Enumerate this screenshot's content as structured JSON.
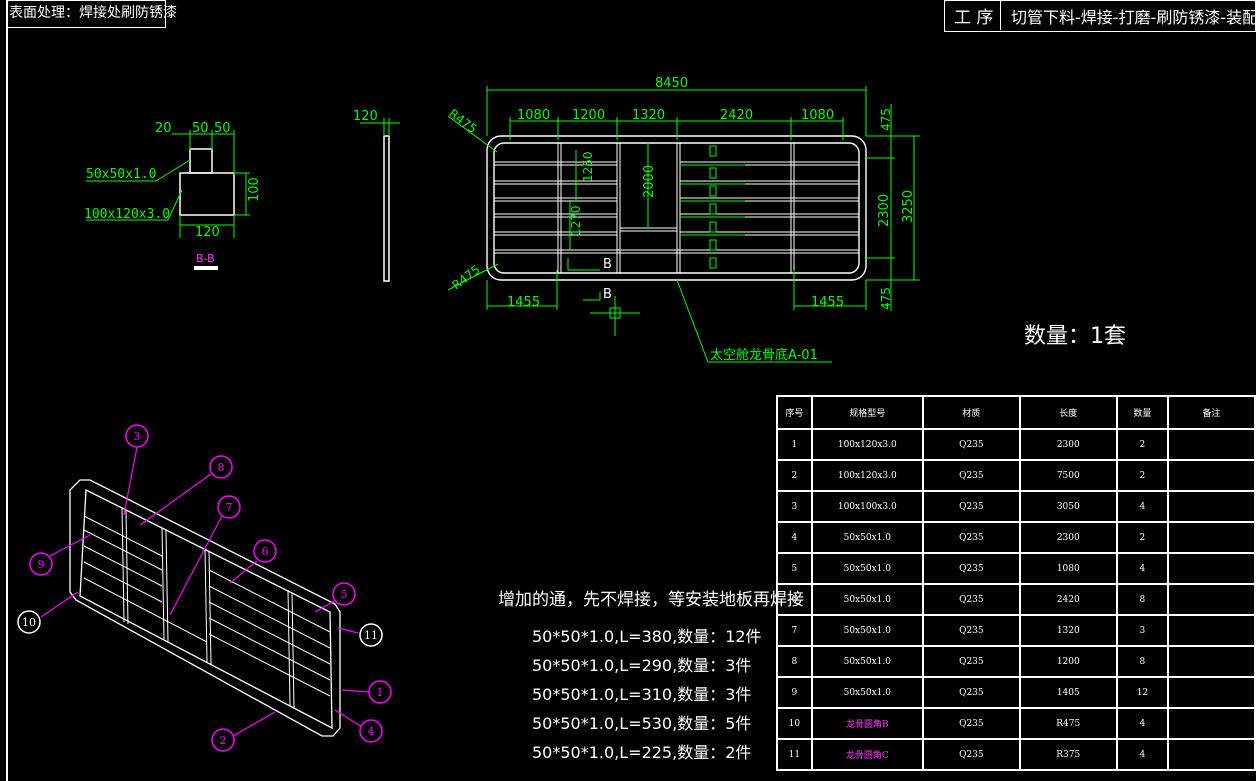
{
  "surface_treatment": "表面处理：焊接处刷防锈漆",
  "process": {
    "label": "工 序",
    "value": "切管下料-焊接-打磨-刷防锈漆-装配"
  },
  "quantity_label": "数量：1套",
  "section": {
    "dims": {
      "d20": "20",
      "d50a": "50",
      "d50b": "50",
      "d120": "120",
      "d100": "100"
    },
    "tube_small": "50x50x1.0",
    "tube_large": "100x120x3.0",
    "section_label": "B-B"
  },
  "side_view": {
    "dim": "120"
  },
  "plan_view": {
    "total_length": "8450",
    "segments": [
      "1080",
      "1200",
      "1320",
      "2420",
      "1080"
    ],
    "radius_top": "R475",
    "radius_bottom": "R475",
    "dim_1250": "1250",
    "dim_1270": "1270",
    "dim_2000": "2000",
    "dim_2300": "2300",
    "dim_3250": "3250",
    "dim_475_top": "475",
    "dim_475_bottom": "475",
    "bottom_left": "1455",
    "bottom_right": "1455",
    "cut_label_a": "B",
    "cut_label_b": "B",
    "part_name": "太空舱龙骨底A-01"
  },
  "balloons": [
    "3",
    "8",
    "7",
    "6",
    "5",
    "11",
    "1",
    "4",
    "2",
    "10",
    "9"
  ],
  "notes": {
    "title": "增加的通，先不焊接，等安装地板再焊接",
    "lines": [
      "50*50*1.0,L=380,数量：12件",
      "50*50*1.0,L=290,数量：3件",
      "50*50*1.0,L=310,数量：3件",
      "50*50*1.0,L=530,数量：5件",
      "50*50*1.0,L=225,数量：2件"
    ]
  },
  "bom": {
    "headers": [
      "序号",
      "规格型号",
      "材质",
      "长度",
      "数量",
      "备注"
    ],
    "rows": [
      [
        "1",
        "100x120x3.0",
        "Q235",
        "2300",
        "2",
        ""
      ],
      [
        "2",
        "100x120x3.0",
        "Q235",
        "7500",
        "2",
        ""
      ],
      [
        "3",
        "100x100x3.0",
        "Q235",
        "3050",
        "4",
        ""
      ],
      [
        "4",
        "50x50x1.0",
        "Q235",
        "2300",
        "2",
        ""
      ],
      [
        "5",
        "50x50x1.0",
        "Q235",
        "1080",
        "4",
        ""
      ],
      [
        "6",
        "50x50x1.0",
        "Q235",
        "2420",
        "8",
        ""
      ],
      [
        "7",
        "50x50x1.0",
        "Q235",
        "1320",
        "3",
        ""
      ],
      [
        "8",
        "50x50x1.0",
        "Q235",
        "1200",
        "8",
        ""
      ],
      [
        "9",
        "50x50x1.0",
        "Q235",
        "1405",
        "12",
        ""
      ],
      [
        "10",
        "龙骨圆角B",
        "Q235",
        "R475",
        "4",
        ""
      ],
      [
        "11",
        "龙骨圆角C",
        "Q235",
        "R375",
        "4",
        ""
      ]
    ]
  },
  "colors": {
    "dim": "#00ff00",
    "balloon": "#ff00ff",
    "outline": "#ffffff",
    "background": "#000000"
  }
}
